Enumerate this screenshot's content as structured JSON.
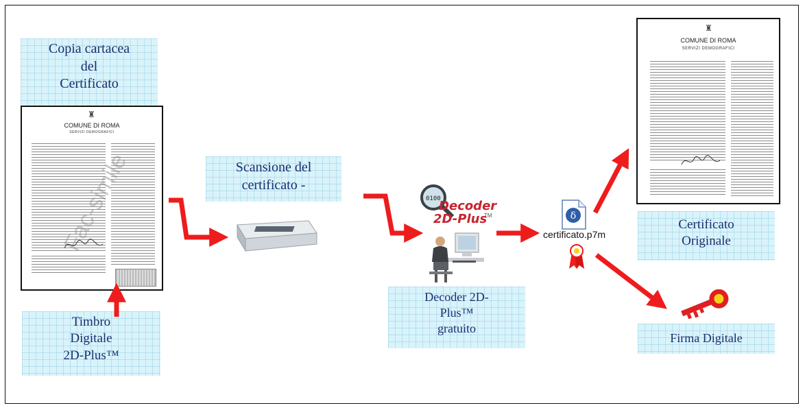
{
  "labels": {
    "copia": [
      "Copia cartacea",
      "del",
      "Certificato"
    ],
    "scansione": [
      "Scansione del",
      "certificato -"
    ],
    "decoder": [
      "Decoder 2D-",
      "Plus™",
      "gratuito"
    ],
    "timbro": [
      "Timbro",
      "Digitale",
      "2D-Plus™"
    ],
    "originale": [
      "Certificato",
      "Originale"
    ],
    "firma": "Firma Digitale"
  },
  "document": {
    "header": "COMUNE DI ROMA",
    "subheader": "SERVIZI DEMOGRAFICI",
    "watermark": "Fac-simile"
  },
  "decoder_logo": {
    "line1": "Decoder",
    "line2": "2D-Plus",
    "tm": "TM"
  },
  "file": {
    "name": "certificato.p7m"
  },
  "colors": {
    "arrow": "#ee1c1c",
    "label_bg": "#d9f3fb",
    "label_text": "#1a2e6e"
  }
}
